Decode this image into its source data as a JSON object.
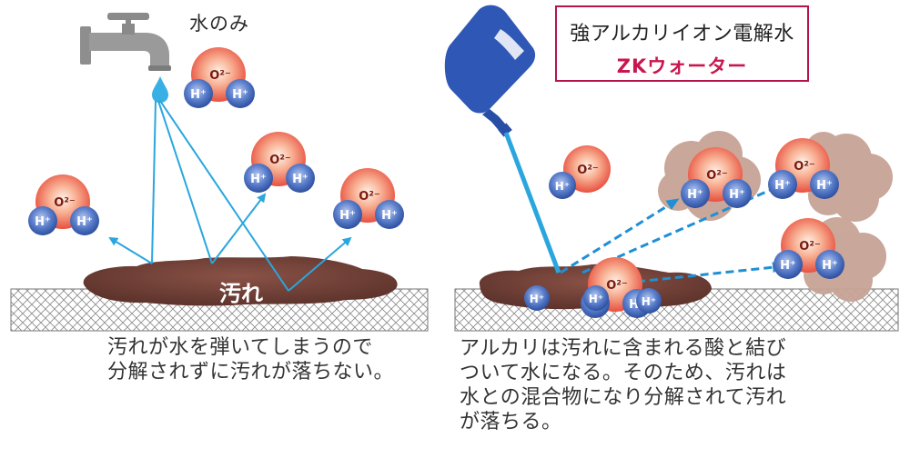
{
  "left_panel": {
    "water_label": "水のみ",
    "dirt_label": "汚れ",
    "caption": "汚れが水を弾いてしまうので\n分解されずに汚れが落ちない。"
  },
  "right_panel": {
    "title": "強アルカリイオン電解水",
    "subtitle": "ZKウォーター",
    "caption": "アルカリは汚れに含まれる酸と結び\nついて水になる。そのため、汚れは\n水との混合物になり分解されて汚れ\nが落ちる。"
  },
  "ions": {
    "hydrogen": "H⁺",
    "oxide": "O²⁻"
  },
  "colors": {
    "water_arrow": "#2aa6de",
    "dirt": "#6e3e35",
    "grime_cloud": "#c7a395",
    "hydrogen_ion": "#3d67b8",
    "oxide_ion": "#e9554a",
    "title_border": "#b5144d",
    "bottle": "#2f57b6"
  }
}
